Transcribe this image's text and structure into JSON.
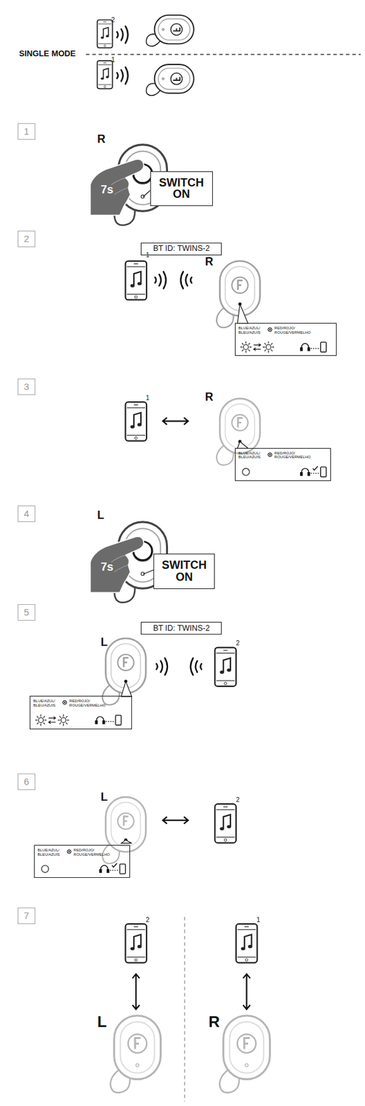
{
  "diagram": {
    "nodes": [
      {
        "text": [
          "1"
        ]
      },
      {
        "text": [
          "SWITCH ON"
        ]
      },
      {
        "text": [
          "2"
        ]
      },
      {
        "text": [
          "BT ID: TWINS-2"
        ]
      },
      {
        "text": [
          "BLUE/AZUL/ BLEU/AZUIS",
          "RED/ROJO/ ROUGE/VERMELHO"
        ]
      },
      {
        "text": [
          "3"
        ]
      },
      {
        "text": [
          "BLUE/AZUL/ BLEU/AZUIS",
          "RED/ROJO/ ROUGE/VERMELHO"
        ]
      },
      {
        "text": [
          "4"
        ]
      },
      {
        "text": [
          "SWITCH ON"
        ]
      },
      {
        "text": [
          "5"
        ]
      },
      {
        "text": [
          "BT ID: TWINS-2"
        ]
      },
      {
        "text": [
          "BLUE/AZUL/ BLEU/AZUIS",
          "RED/ROJO/ ROUGE/VERMELHO"
        ]
      },
      {
        "text": [
          "6"
        ]
      },
      {
        "text": [
          "BLUE/AZUL/ BLEU/AZUIS",
          "RED/ROJO/ ROUGE/VERMELHO"
        ]
      },
      {
        "text": [
          "7"
        ]
      }
    ],
    "labels": [
      "2",
      "SINGLE MODE",
      "1",
      "R",
      "7s",
      "1",
      "R",
      "1",
      "R",
      "L",
      "7s",
      "L",
      "2",
      "L",
      "2",
      "2",
      "1",
      "L",
      "R"
    ]
  }
}
